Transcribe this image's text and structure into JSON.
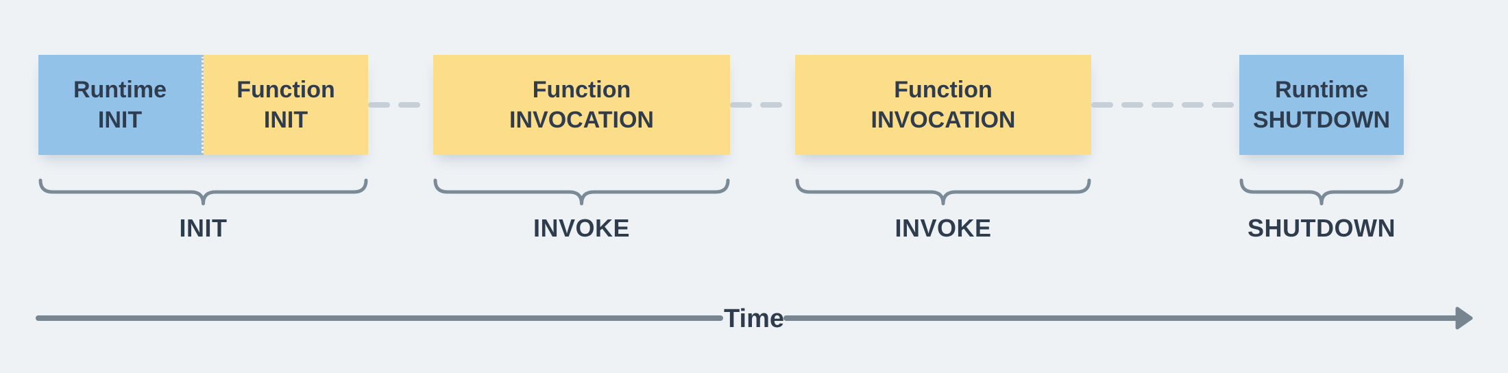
{
  "colors": {
    "background": "#eef2f5",
    "runtime_block": "#93c2e9",
    "function_block": "#fbdd8a",
    "text_dark": "#2e3c4e",
    "brace": "#7b8a97",
    "dash": "#c6cfd8",
    "axis": "#76858f"
  },
  "blocks": {
    "runtime_init": {
      "line1": "Runtime",
      "line2": "INIT"
    },
    "function_init": {
      "line1": "Function",
      "line2": "INIT"
    },
    "function_invocation_1": {
      "line1": "Function",
      "line2": "INVOCATION"
    },
    "function_invocation_2": {
      "line1": "Function",
      "line2": "INVOCATION"
    },
    "runtime_shutdown": {
      "line1": "Runtime",
      "line2": "SHUTDOWN"
    }
  },
  "phases": {
    "init": {
      "label": "INIT"
    },
    "invoke_1": {
      "label": "INVOKE"
    },
    "invoke_2": {
      "label": "INVOKE"
    },
    "shutdown": {
      "label": "SHUTDOWN"
    }
  },
  "axis": {
    "label": "Time"
  }
}
